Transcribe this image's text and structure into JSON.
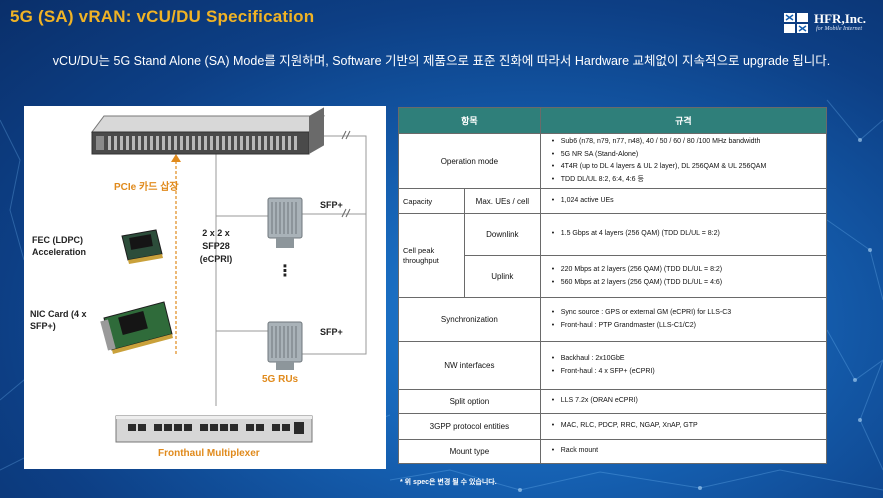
{
  "title": "5G (SA) vRAN: vCU/DU Specification",
  "logo": {
    "name": "HFR,Inc.",
    "tagline": "for Mobile Internet"
  },
  "subtitle": "vCU/DU는 5G Stand Alone (SA) Mode를 지원하며, Software 기반의 제품으로 표준 진화에 따라서 Hardware 교체없이 지속적으로 upgrade 됩니다.",
  "diagram": {
    "pcie_label": "PCIe 카드 삽장",
    "fec_label": "FEC (LDPC) Acceleration",
    "nic_label": "NIC Card (4 x SFP+)",
    "link_label": "2 x 2 x SFP28 (eCPRI)",
    "sfp_top": "SFP+",
    "sfp_bottom": "SFP+",
    "dots": "⋮",
    "rus_label": "5G RUs",
    "mux_label": "Fronthaul Multiplexer",
    "colors": {
      "accent": "#e08a1c",
      "line": "#9a9a9a"
    }
  },
  "table": {
    "header": {
      "item": "항목",
      "spec": "규격"
    },
    "header_color": "#2f7f7a",
    "rows": {
      "operation": {
        "label": "Operation mode",
        "items": [
          "Sub6 (n78, n79, n77, n48), 40 / 50 / 60 / 80 /100 MHz bandwidth",
          "5G NR SA (Stand-Alone)",
          "4T4R (up to DL 4 layers & UL 2 layer), DL 256QAM & UL 256QAM",
          "TDD DL/UL 8:2, 6:4, 4:6 등"
        ]
      },
      "capacity": {
        "label": "Capacity",
        "sublabel": "Max. UEs / cell",
        "items": [
          "1,024 active UEs"
        ]
      },
      "downlink": {
        "label": "Cell peak throughput",
        "sublabel": "Downlink",
        "items": [
          "1.5 Gbps at 4 layers (256 QAM) (TDD DL/UL = 8:2)"
        ]
      },
      "uplink": {
        "sublabel": "Uplink",
        "items": [
          "220 Mbps at 2 layers (256 QAM) (TDD DL/UL = 8:2)",
          "560 Mbps at 2 layers (256 QAM) (TDD DL/UL = 4:6)"
        ]
      },
      "sync": {
        "label": "Synchronization",
        "items": [
          "Sync source : GPS or external GM (eCPRI) for LLS-C3",
          "Front-haul : PTP Grandmaster (LLS-C1/C2)"
        ]
      },
      "nw": {
        "label": "NW interfaces",
        "items": [
          "Backhaul : 2x10GbE",
          "Front-haul : 4 x SFP+ (eCPRI)"
        ]
      },
      "split": {
        "label": "Split option",
        "items": [
          "LLS 7.2x (ORAN eCPRI)"
        ]
      },
      "protocol": {
        "label": "3GPP protocol entities",
        "items": [
          "MAC, RLC, PDCP, RRC, NGAP, XnAP, GTP"
        ]
      },
      "mount": {
        "label": "Mount type",
        "items": [
          "Rack mount"
        ]
      }
    }
  },
  "footnote": "* 위 spec은 변경 될 수 있습니다."
}
